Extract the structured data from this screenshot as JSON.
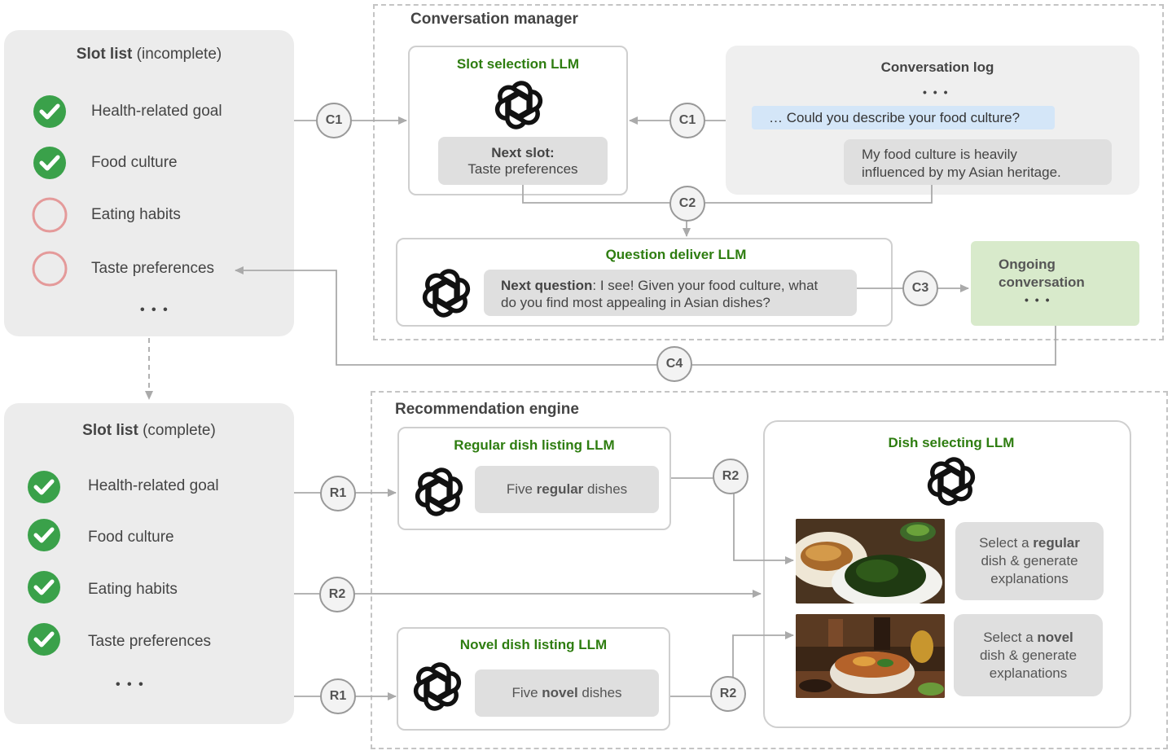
{
  "slot_list_incomplete": {
    "title_bold": "Slot list",
    "title_suffix": " (incomplete)",
    "items": [
      {
        "label": "Health-related goal",
        "status": "done"
      },
      {
        "label": "Food culture",
        "status": "done"
      },
      {
        "label": "Eating habits",
        "status": "pending"
      },
      {
        "label": "Taste preferences",
        "status": "pending"
      }
    ],
    "ellipsis": "• • •"
  },
  "slot_list_complete": {
    "title_bold": "Slot list",
    "title_suffix": " (complete)",
    "items": [
      {
        "label": "Health-related goal",
        "status": "done"
      },
      {
        "label": "Food culture",
        "status": "done"
      },
      {
        "label": "Eating habits",
        "status": "done"
      },
      {
        "label": "Taste preferences",
        "status": "done"
      }
    ],
    "ellipsis": "• • •"
  },
  "conversation_manager": {
    "title": "Conversation manager",
    "slot_selection": {
      "title": "Slot selection LLM",
      "next_slot_label": "Next slot:",
      "next_slot_value": "Taste preferences"
    },
    "conversation_log": {
      "title": "Conversation log",
      "ellipsis": "• • •",
      "question": "… Could you describe your food culture?",
      "answer_line1": "My food culture is heavily",
      "answer_line2": "influenced by my Asian heritage."
    },
    "question_deliver": {
      "title": "Question deliver LLM",
      "label": "Next question",
      "text_line1": ": I see! Given your food culture, what",
      "text_line2": "do you find most appealing in Asian dishes?"
    },
    "ongoing": {
      "line1": "Ongoing",
      "line2": "conversation",
      "ellipsis": "• • •"
    }
  },
  "recommendation_engine": {
    "title": "Recommendation engine",
    "regular_listing": {
      "title": "Regular dish listing LLM",
      "pre": "Five ",
      "bold": "regular",
      "post": " dishes"
    },
    "novel_listing": {
      "title": "Novel dish listing LLM",
      "pre": "Five ",
      "bold": "novel",
      "post": " dishes"
    },
    "dish_selecting": {
      "title": "Dish selecting LLM",
      "regular_pre": "Select a ",
      "regular_bold": "regular",
      "regular_post": "dish & generate explanations",
      "novel_pre": "Select a ",
      "novel_bold": "novel",
      "novel_post": "dish & generate explanations"
    }
  },
  "connectors": {
    "c1": "C1",
    "c2": "C2",
    "c3": "C3",
    "c4": "C4",
    "r1": "R1",
    "r2": "R2"
  },
  "colors": {
    "green_title": "#2e7d10",
    "check_green": "#3aa14a",
    "pending_ring": "#e49a9a",
    "bubble_blue": "#d4e6f8",
    "ongoing_green": "#d8eacb"
  }
}
